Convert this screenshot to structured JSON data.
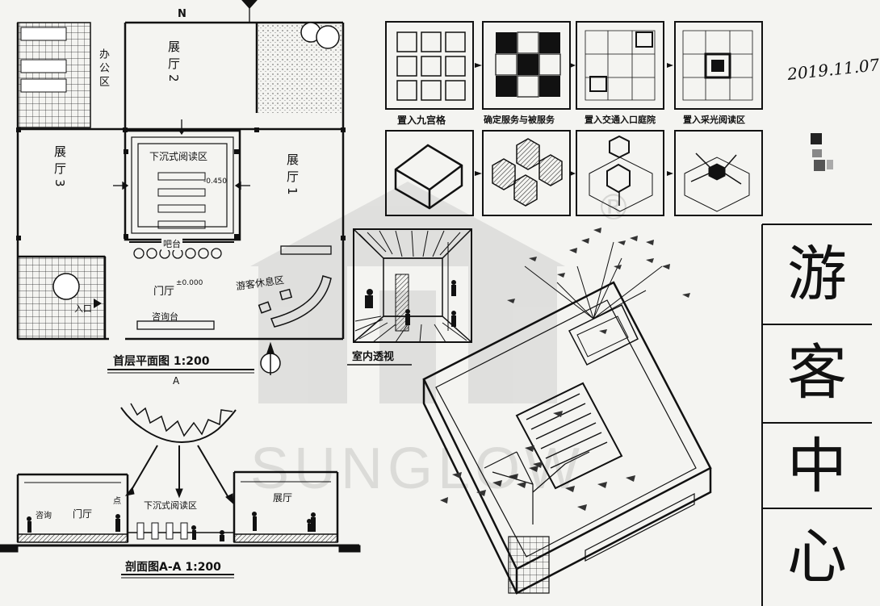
{
  "plan": {
    "north_mark": "N",
    "hall_2": "展厅2",
    "hall_1": "展厅1",
    "hall_3": "展厅3",
    "office": "办公区",
    "sunken_reading": "下沉式阅读区",
    "level_mark": "-0.450",
    "bar": "吧台",
    "lobby": "门厅",
    "level_zero": "±0.000",
    "lounge": "游客休息区",
    "reception": "咨询台",
    "entrance": "入口",
    "section_mark": "A",
    "title": "首层平面图 1:200"
  },
  "section": {
    "consult": "咨询",
    "lobby": "门厅",
    "point": "点",
    "sunken_reading": "下沉式阅读区",
    "hall": "展厅",
    "title": "剖面图A-A 1:200"
  },
  "diagram": {
    "step1": "置入九宫格",
    "step2": "确定服务与被服务",
    "step3": "置入交通入口庭院",
    "step4": "置入采光阅读区"
  },
  "interior": {
    "title": "室内透视"
  },
  "date": "2019.11.07",
  "watermark": "SUNGLOW",
  "trademark": "®",
  "title_chars": [
    "游",
    "客",
    "中",
    "心"
  ]
}
